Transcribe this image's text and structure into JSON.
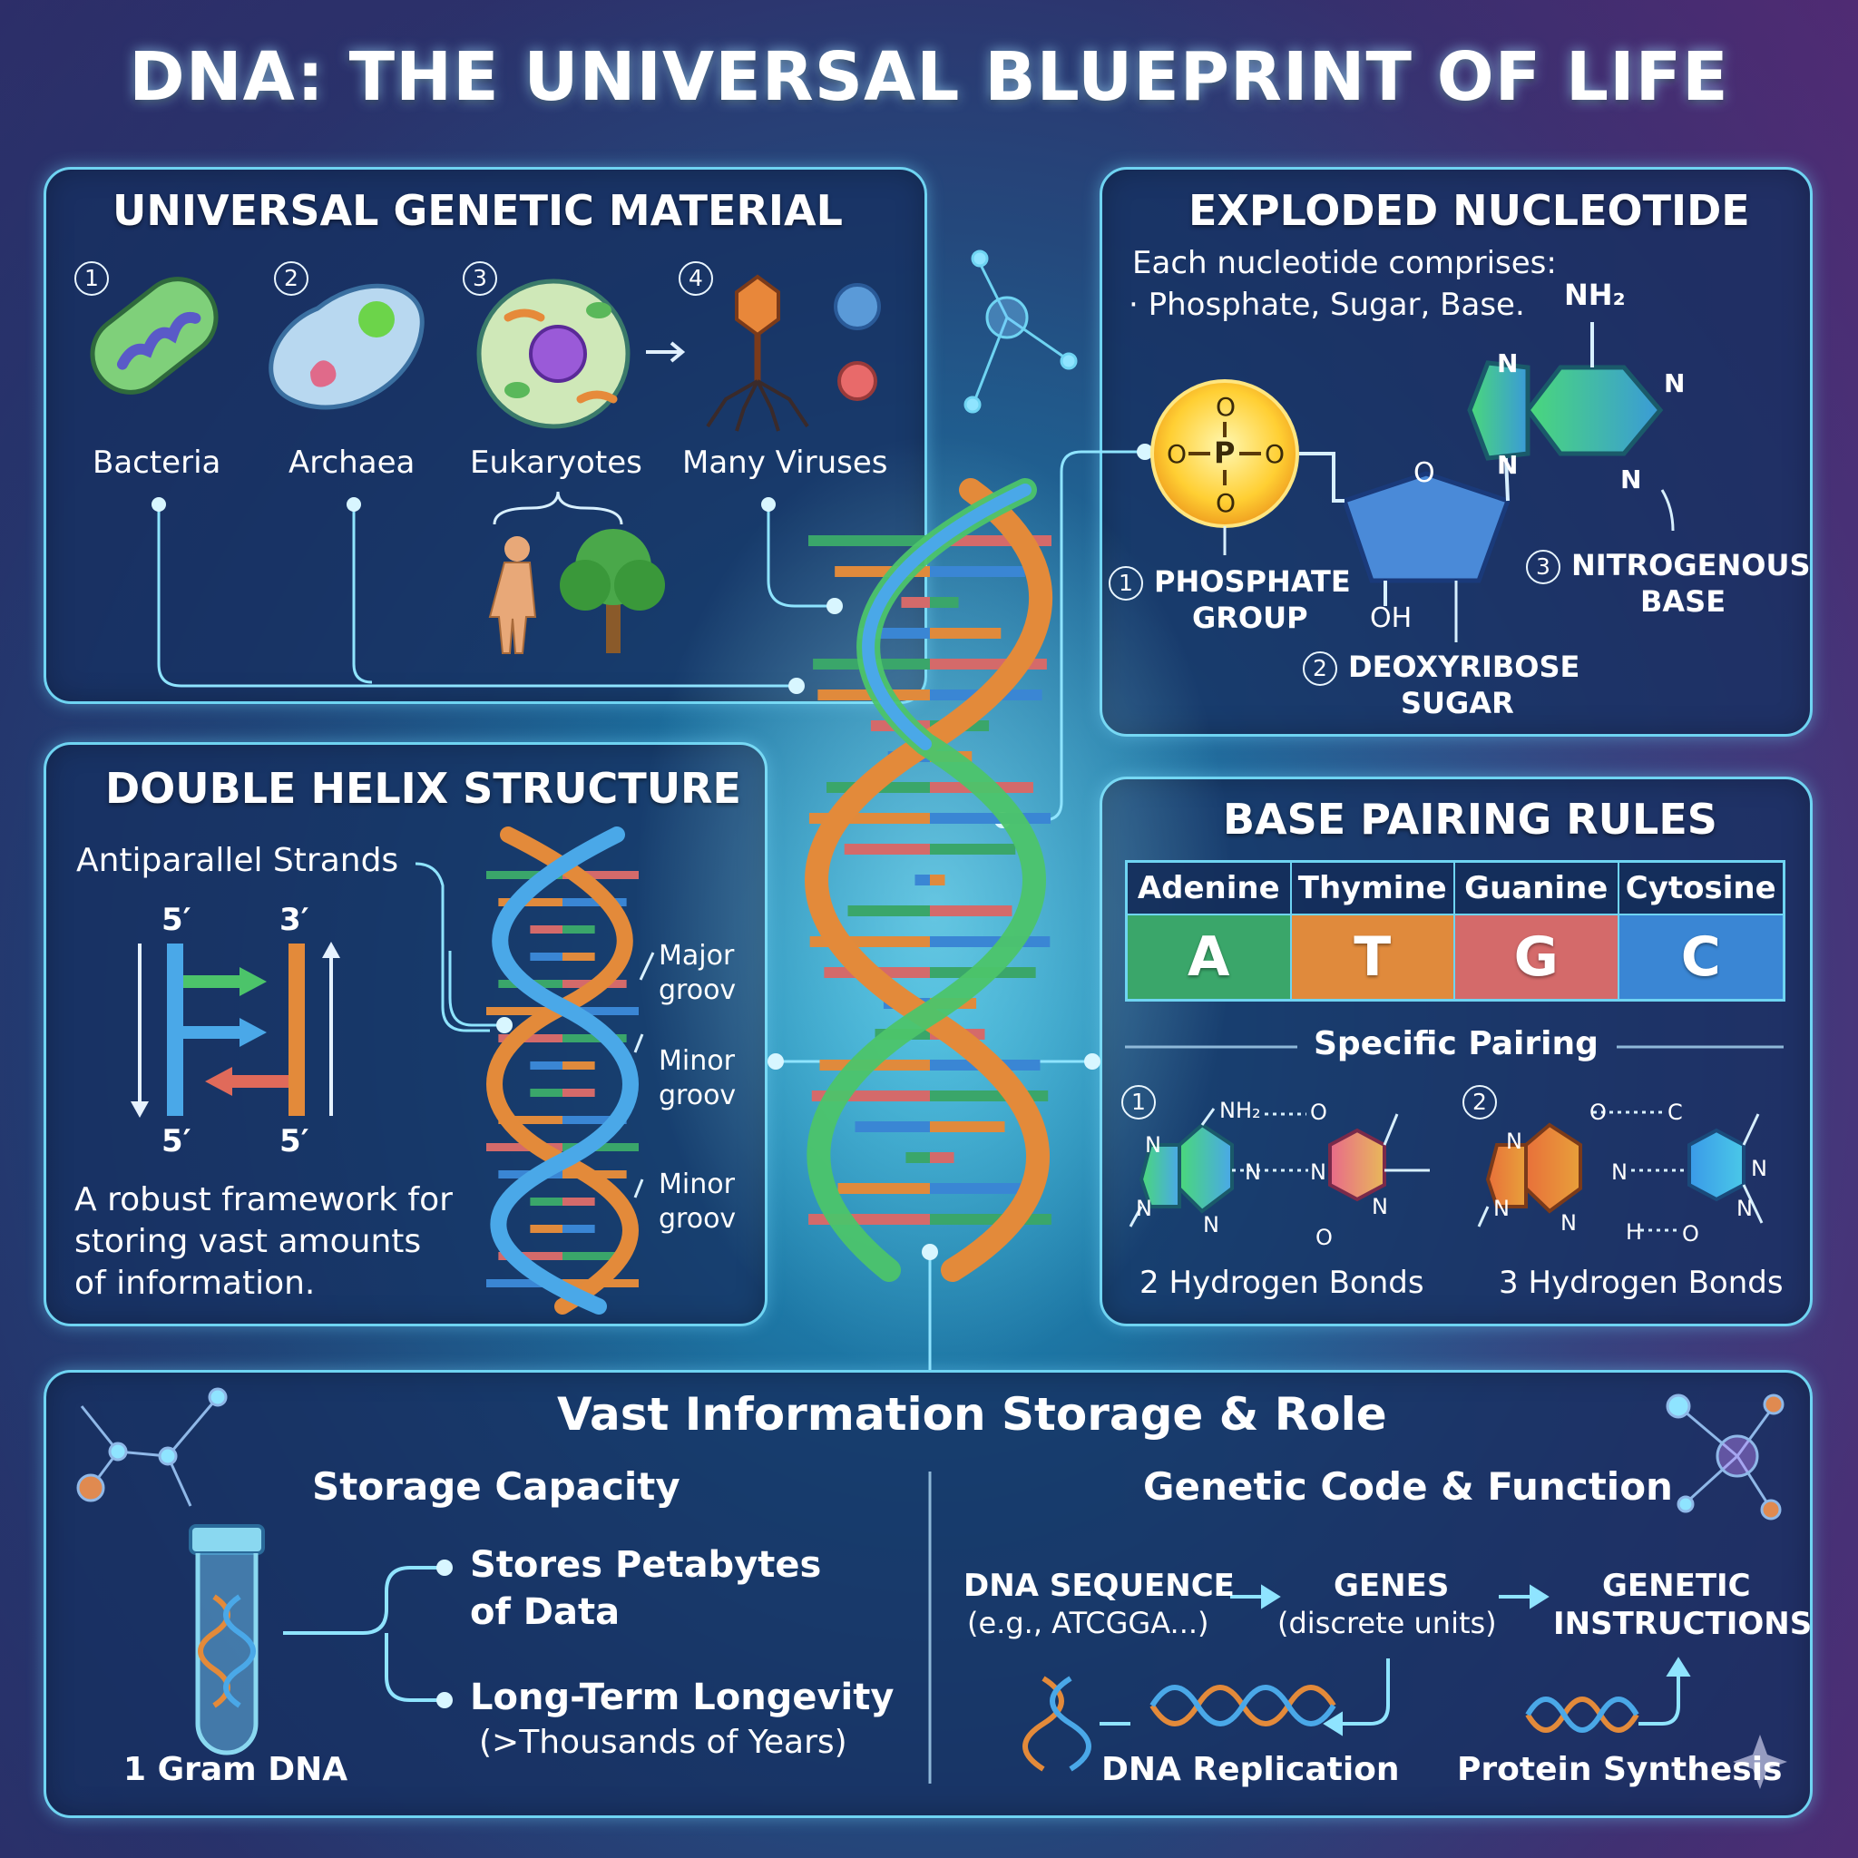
{
  "title": "DNA: THE UNIVERSAL BLUEPRINT OF LIFE",
  "universal": {
    "title": "UNIVERSAL GENETIC MATERIAL",
    "numbers": [
      "1",
      "2",
      "3",
      "4"
    ],
    "organisms": [
      "Bacteria",
      "Archaea",
      "Eukaryotes",
      "Many Viruses"
    ]
  },
  "nucleotide": {
    "title": "EXPLODED NUCLEOTIDE",
    "intro_line1": "Each nucleotide comprises:",
    "intro_line2": "· Phosphate, Sugar, Base.",
    "nh2": "NH₂",
    "n_atom": "N",
    "o_atom": "O",
    "oh": "OH",
    "phosphate_symbol": "P",
    "num1": "1",
    "num2": "2",
    "num3": "3",
    "phosphate_line1": "PHOSPHATE",
    "phosphate_line2": "GROUP",
    "sugar_line1": "DEOXYRIBOSE",
    "sugar_line2": "SUGAR",
    "base_line1": "NITROGENOUS",
    "base_line2": "BASE"
  },
  "helix": {
    "title": "DOUBLE HELIX STRUCTURE",
    "antiparallel": "Antiparallel Strands",
    "five_prime": "5′",
    "three_prime": "3′",
    "major_l1": "Major",
    "major_l2": "groov",
    "minor_l1": "Minor",
    "minor_l2": "groov",
    "desc_l1": "A robust framework for",
    "desc_l2": "storing vast amounts",
    "desc_l3": "of information."
  },
  "base_pairing": {
    "title": "BASE PAIRING RULES",
    "bases": [
      {
        "name": "Adenine",
        "letter": "A",
        "color": "#3aa66a"
      },
      {
        "name": "Thymine",
        "letter": "T",
        "color": "#e08a3c"
      },
      {
        "name": "Guanine",
        "letter": "G",
        "color": "#d46a6a"
      },
      {
        "name": "Cytosine",
        "letter": "C",
        "color": "#3a86d4"
      }
    ],
    "specific": "Specific Pairing",
    "num1": "1",
    "num2": "2",
    "pair1_label": "2 Hydrogen Bonds",
    "pair2_label": "3 Hydrogen Bonds",
    "nh2": "NH₂",
    "n_atom": "N",
    "o_atom": "O",
    "c_atom": "C",
    "h_atom": "H"
  },
  "storage": {
    "title": "Vast Information Storage & Role",
    "capacity_title": "Storage Capacity",
    "gram": "1 Gram DNA",
    "petabytes_l1": "Stores Petabytes",
    "petabytes_l2": "of Data",
    "longevity_l1": "Long-Term Longevity",
    "longevity_l2": "(>Thousands of Years)",
    "code_title": "Genetic Code & Function",
    "seq_l1": "DNA SEQUENCE",
    "seq_l2": "(e.g., ATCGGA...)",
    "genes_l1": "GENES",
    "genes_l2": "(discrete units)",
    "instr_l1": "GENETIC",
    "instr_l2": "INSTRUCTIONS",
    "replication": "DNA Replication",
    "protein": "Protein Synthesis"
  },
  "colors": {
    "panel_border": "#6fd4f2",
    "strand_blue": "#4aa8e8",
    "strand_orange": "#e38a3a",
    "strand_green": "#4cc46a"
  }
}
